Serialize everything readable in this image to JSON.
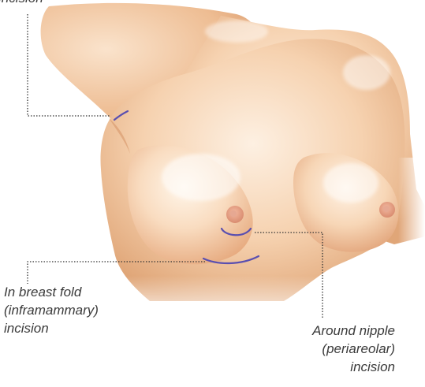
{
  "labels": {
    "underarm": {
      "line1": "incision"
    },
    "fold": {
      "line1": "In breast fold",
      "line2": "(inframammary)",
      "line3": "incision"
    },
    "nipple": {
      "line1": "Around nipple",
      "line2": "(periareolar)",
      "line3": "incision"
    }
  },
  "colors": {
    "incision_line": "#5a4fb0",
    "leader_line": "#333333",
    "skin_light": "#fbe6d2",
    "skin_mid": "#f0c29c",
    "skin_shadow": "#d99a6c",
    "areola": "#e8a288"
  }
}
